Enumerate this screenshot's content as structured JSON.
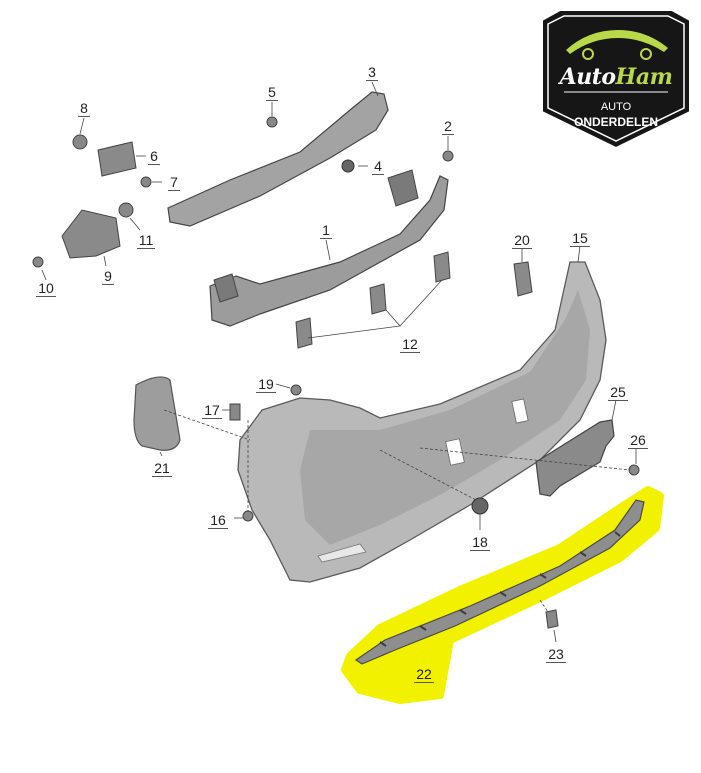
{
  "logo": {
    "brand_part1": "Auto",
    "brand_part2": "Ham",
    "sub_line1": "AUTO",
    "sub_line2": "ONDERDELEN",
    "colors": {
      "background": "#161616",
      "accent": "#b8d84a",
      "text": "#ffffff"
    }
  },
  "parts": {
    "p1": "1",
    "p2": "2",
    "p3": "3",
    "p4": "4",
    "p5": "5",
    "p6": "6",
    "p7": "7",
    "p8": "8",
    "p9": "9",
    "p10": "10",
    "p11": "11",
    "p12": "12",
    "p15": "15",
    "p16": "16",
    "p17": "17",
    "p18": "18",
    "p19": "19",
    "p20": "20",
    "p21": "21",
    "p22": "22",
    "p23": "23",
    "p25": "25",
    "p26": "26"
  },
  "highlight": {
    "part": "22",
    "color": "#f2f200"
  }
}
